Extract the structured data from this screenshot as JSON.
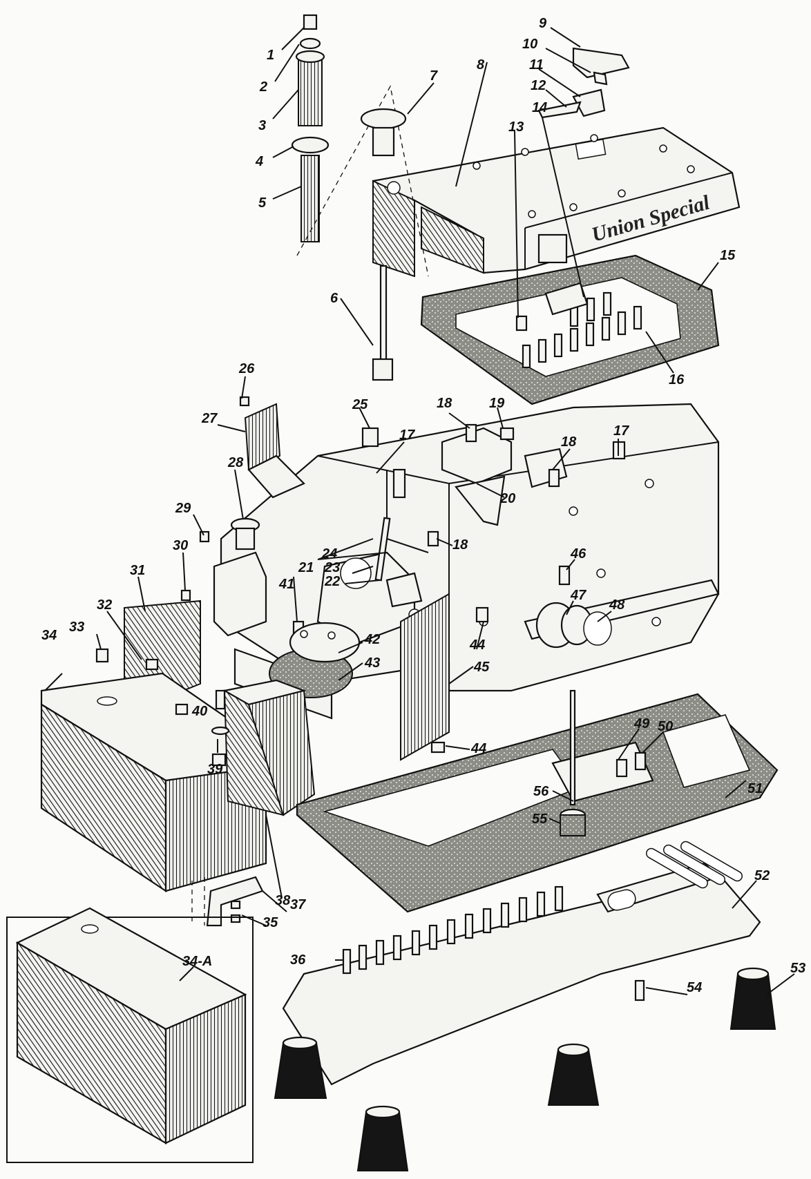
{
  "figure": {
    "brand_text": "Union Special",
    "labels": [
      "1",
      "2",
      "3",
      "4",
      "5",
      "6",
      "7",
      "8",
      "9",
      "10",
      "11",
      "12",
      "13",
      "14",
      "15",
      "16",
      "17",
      "17",
      "18",
      "18",
      "18",
      "19",
      "20",
      "21",
      "22",
      "23",
      "24",
      "25",
      "26",
      "27",
      "28",
      "29",
      "30",
      "31",
      "32",
      "33",
      "34",
      "34-A",
      "35",
      "36",
      "37",
      "38",
      "39",
      "40",
      "41",
      "42",
      "43",
      "44",
      "44",
      "45",
      "46",
      "47",
      "48",
      "49",
      "50",
      "51",
      "52",
      "53",
      "54",
      "55",
      "56"
    ]
  },
  "colors": {
    "ink": "#111111",
    "paper": "#fbfbf9",
    "shading": "#9a9a94",
    "rubber": "#151515"
  }
}
